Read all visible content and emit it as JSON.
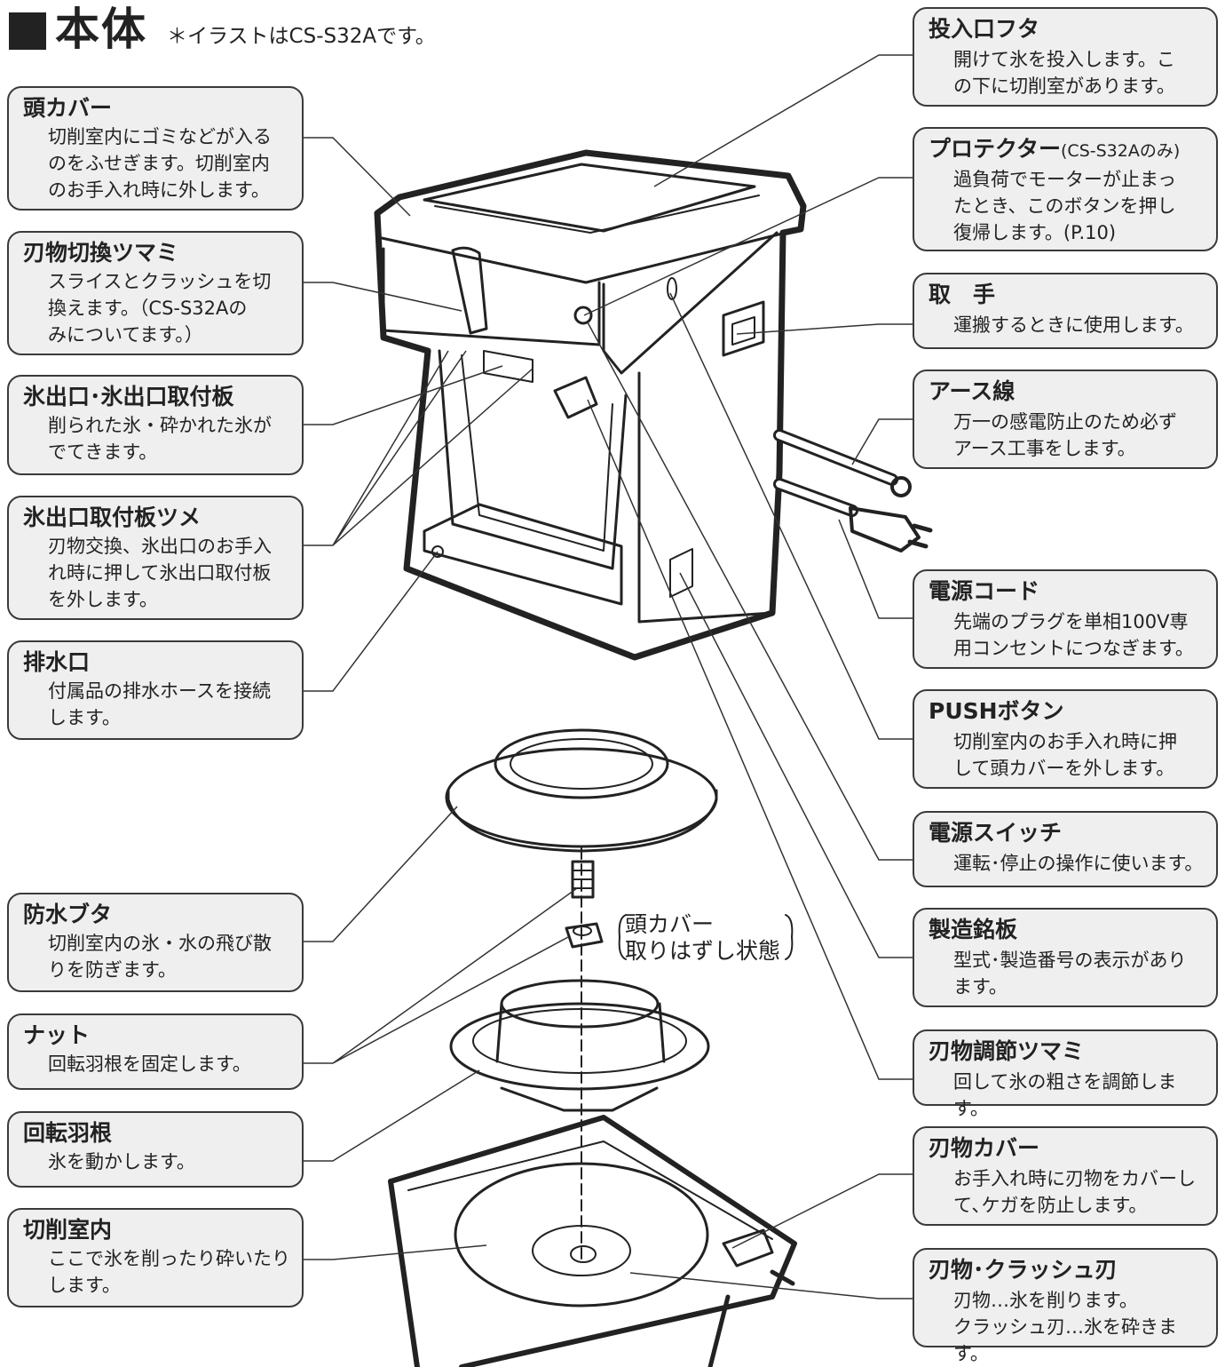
{
  "header": {
    "title": "本体",
    "note": "＊イラストはCS-S32Aです。"
  },
  "left_callouts": [
    {
      "title": "頭カバー",
      "desc": "切削室内にゴミなどが入る\nのをふせぎます。切削室内\nのお手入れ時に外します。"
    },
    {
      "title": "刃物切換ツマミ",
      "desc": "スライスとクラッシュを切\n換えます。（CS-S32Aの\nみについてます。）"
    },
    {
      "title": "氷出口･氷出口取付板",
      "desc": "削られた氷・砕かれた氷が\nでてきます。"
    },
    {
      "title": "氷出口取付板ツメ",
      "desc": "刃物交換、氷出口のお手入\nれ時に押して氷出口取付板\nを外します。"
    },
    {
      "title": "排水口",
      "desc": "付属品の排水ホースを接続\nします。"
    },
    {
      "title": "防水ブタ",
      "desc": "切削室内の氷・水の飛び散\nりを防ぎます。"
    },
    {
      "title": "ナット",
      "desc": "回転羽根を固定します。"
    },
    {
      "title": "回転羽根",
      "desc": "氷を動かします。"
    },
    {
      "title": "切削室内",
      "desc": "ここで氷を削ったり砕いたり\nします。"
    }
  ],
  "right_callouts": [
    {
      "title": "投入口フタ",
      "subtitle": "",
      "desc": "開けて氷を投入します。こ\nの下に切削室があります。"
    },
    {
      "title": "プロテクター",
      "subtitle": "(CS-S32Aのみ)",
      "desc": "過負荷でモーターが止まっ\nたとき、このボタンを押し\n復帰します。(P.10)"
    },
    {
      "title": "取　手",
      "subtitle": "",
      "desc": "運搬するときに使用します。"
    },
    {
      "title": "アース線",
      "subtitle": "",
      "desc": "万一の感電防止のため必ず\nアース工事をします。"
    },
    {
      "title": "電源コード",
      "subtitle": "",
      "desc": "先端のプラグを単相100V専\n用コンセントにつなぎます。"
    },
    {
      "title": "PUSHボタン",
      "subtitle": "",
      "desc": "切削室内のお手入れ時に押\nして頭カバーを外します。"
    },
    {
      "title": "電源スイッチ",
      "subtitle": "",
      "desc": "運転･停止の操作に使います。"
    },
    {
      "title": "製造銘板",
      "subtitle": "",
      "desc": "型式･製造番号の表示があり\nます。"
    },
    {
      "title": "刃物調節ツマミ",
      "subtitle": "",
      "desc": "回して氷の粗さを調節します。"
    },
    {
      "title": "刃物カバー",
      "subtitle": "",
      "desc": "お手入れ時に刃物をカバーし\nて､ケガを防止します。"
    },
    {
      "title": "刃物･クラッシュ刃",
      "subtitle": "",
      "desc": "刃物…氷を削ります。\nクラッシュ刃…氷を砕きます。"
    }
  ],
  "bracket_label": "頭カバー\n取りはずし状態"
}
